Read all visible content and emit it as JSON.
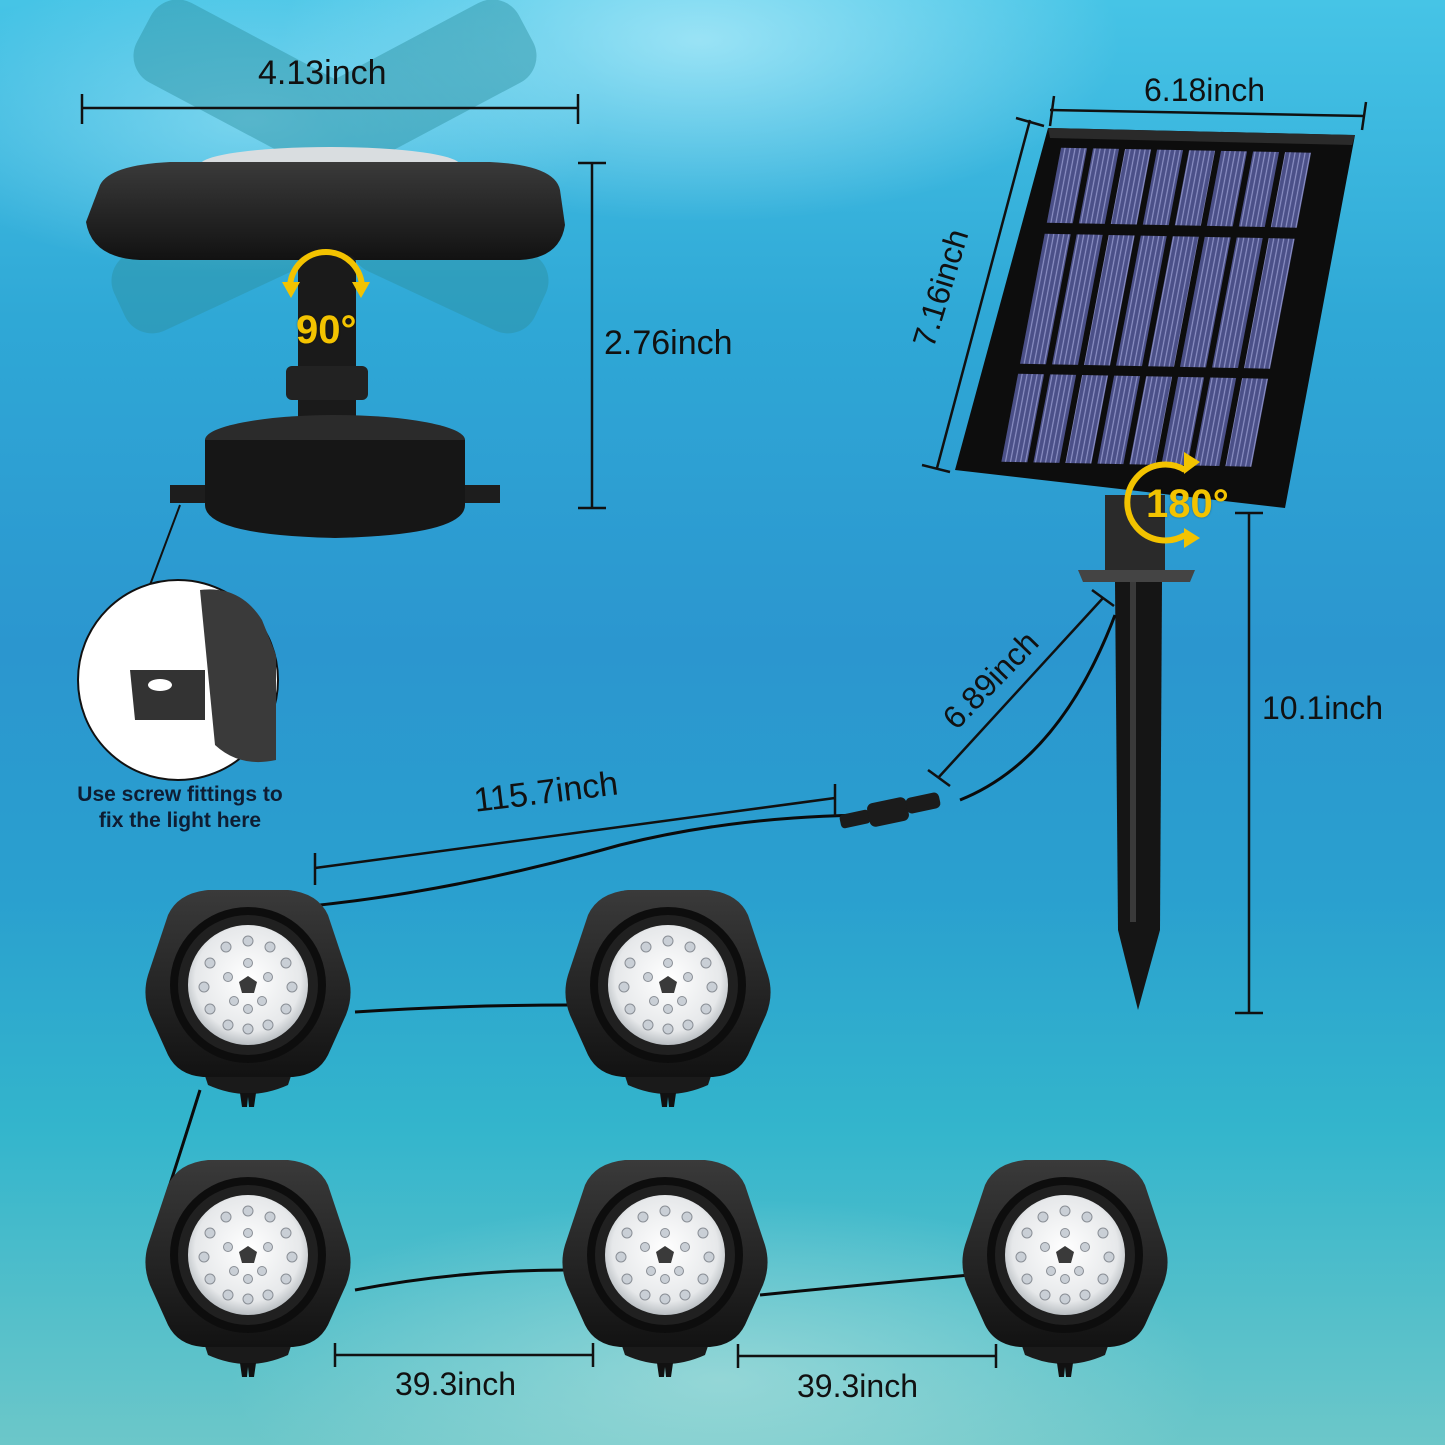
{
  "image": {
    "type": "product-dimension-diagram",
    "subject": "solar underwater pond light set"
  },
  "colors": {
    "background_top": "#46c4e6",
    "background_mid": "#2b96cf",
    "background_bottom": "#6cc7c9",
    "dimension_line": "#111111",
    "rotation_accent": "#f3c300",
    "product_body": "#1c1c1c",
    "solar_cell": "#4a4f86"
  },
  "dimensions": {
    "light_width": "4.13inch",
    "light_height": "2.76inch",
    "panel_width": "6.18inch",
    "panel_height": "7.16inch",
    "stake_height": "10.1inch",
    "panel_cable": "6.89inch",
    "main_cable": "115.7inch",
    "spacing_1": "39.3inch",
    "spacing_2": "39.3inch"
  },
  "rotation": {
    "light_angle": "90°",
    "panel_angle": "180°"
  },
  "callout": {
    "line1": "Use screw fittings to",
    "line2": "fix the light here"
  },
  "lights": {
    "count": 5,
    "led_count_per_light": 18
  }
}
